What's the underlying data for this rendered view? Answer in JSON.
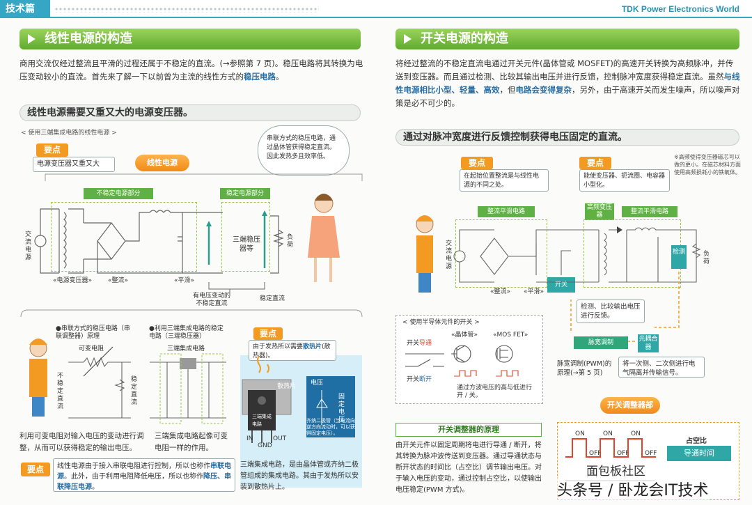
{
  "header": {
    "tab": "技术篇",
    "brand": "TDK Power Electronics World"
  },
  "left": {
    "title": "线性电源的构造",
    "intro_a": "商用交流仅经过整流且平滑的过程还属于不稳定的直流。(→参照第 7 页)。稳压电路将其转换为电压变动较小的直流。首先来了解一下以前曾为主流的线性方式的",
    "intro_b": "稳压电路",
    "intro_c": "。",
    "subtitle": "线性电源需要又重又大的电源变压器。",
    "caption": "< 使用三端集成电路的线性电源 >",
    "key": "要点",
    "key_text": "电源变压器又重又大",
    "linear_label": "线性电源",
    "bubble": "串联方式的稳压电路，通过晶体管获得稳定直流。因此发热多且效率低。",
    "unstable_part": "不稳定电源部分",
    "stable_part": "稳定电源部分",
    "ac_source": "交流电源",
    "transformer": "«电源变压器»",
    "rectify": "«整流»",
    "smooth": "«平滑»",
    "regulator": "三端稳压器等",
    "load": "负荷",
    "unstable_dc": "有电压变动的不稳定直流",
    "stable_dc": "稳定直流",
    "series_title": "●串联方式的稳压电路（串联调整器）原理",
    "var_res": "可变电阻",
    "unstable_dc_v": "不稳定直流",
    "stable_dc_v": "稳定直流",
    "ic_title": "●利用三端集成电路的稳定电路（三端稳压器）",
    "ic_label": "三端集成电路",
    "key2": "要点",
    "key2_a": "由于发热所以需要",
    "key2_b": "散热片",
    "key2_c": "(散热器)。",
    "heatsink": "散热片",
    "ic_chip": "三端集成电路",
    "pin_in": "IN",
    "pin_gnd": "GND",
    "pin_out": "OUT",
    "voltage": "电压",
    "fixed_v": "固定电压",
    "zener_note": "齐纳二极管（当电流向逆方向流动时，可以获得固定电压）。",
    "series_desc": "利用可变电阻对输入电压的变动进行调整，从而可以获得稳定的输出电压。",
    "ic_desc": "三端集成电路起像可变电阻一样的作用。",
    "ic_desc2": "三端集成电路，是由晶体管或齐纳二极管组成的集成电路。其由于发热所以安装到散热片上。",
    "key3": "要点",
    "key3_a": "线性电源由于接入串联电阻进行控制，所以也称作",
    "key3_b": "串联电源",
    "key3_c": "。此外，由于利用电阻降低电压，所以也称作",
    "key3_d": "降压、串联降压电源",
    "key3_e": "。"
  },
  "right": {
    "title": "开关电源的构造",
    "intro_a": "将经过整流的不稳定直流电通过开关元件(晶体管或 MOSFET)的高速开关转换为高频脉冲，并传送到变压器。而且通过检测、比较其输出电压并进行反馈，控制脉冲宽度获得稳定直流。虽然",
    "intro_b": "与线性电源相比小型、轻量、高效",
    "intro_c": "，但",
    "intro_d": "电路会变得复杂",
    "intro_e": "，另外，由于高速开关而发生噪声，所以噪声对策是必不可少的。",
    "subtitle": "通过对脉冲宽度进行反馈控制获得电压固定的直流。",
    "note": "※高频使得变压器磁芯可以做的更小。在磁芯材料方面使用高频损耗小的铁氧体。",
    "key1": "要点",
    "key1_text": "在起始位置整流是与线性电源的不同之处。",
    "key2": "要点",
    "key2_text": "能使变压器、扼流圈、电容器小型化。",
    "rect_smooth": "整流平滑电路",
    "hf_tr": "高频变压器",
    "rect_smooth2": "整流平滑电路",
    "ac_source": "交流电源",
    "rectify": "«整流»",
    "smooth": "«平滑»",
    "switch": "开关",
    "detect": "检测",
    "load": "负荷",
    "feedback": "检测、比较输出电压进行反馈。",
    "pwm": "脉宽调制",
    "opto": "光耦合器",
    "semi_caption": "< 使用半导体元件的开关 >",
    "sw_on_a": "开关",
    "sw_on_b": "导通",
    "sw_off_a": "开关",
    "sw_off_b": "断开",
    "transistor": "«晶体管»",
    "mosfet": "«MOS FET»",
    "semi_desc": "通过方波电压的高与低进行开 / 关。",
    "pwm_desc": "脉宽调制(PWM)的原理(→第 5 页)",
    "opto_desc": "将一次侧、二次侧进行电气隔离并传输信号。",
    "regulator_btn": "开关调整器部",
    "principle_title": "开关调整器的原理",
    "principle": "由开关元件以固定周期将电进行导通 / 断开，将其转换为脉冲波传送到变压器。通过导通状态与断开状态的时间比（占空比）调节输出电压。对于输入电压的变动，通过控制占空比，以使输出电压稳定(PWM 方式)。",
    "duty": "占空比",
    "on": "ON",
    "off": "OFF",
    "on_time": "导通时间",
    "watermark": "头条号 / 卧龙会IT技术",
    "watermark2": "面包板社区"
  }
}
